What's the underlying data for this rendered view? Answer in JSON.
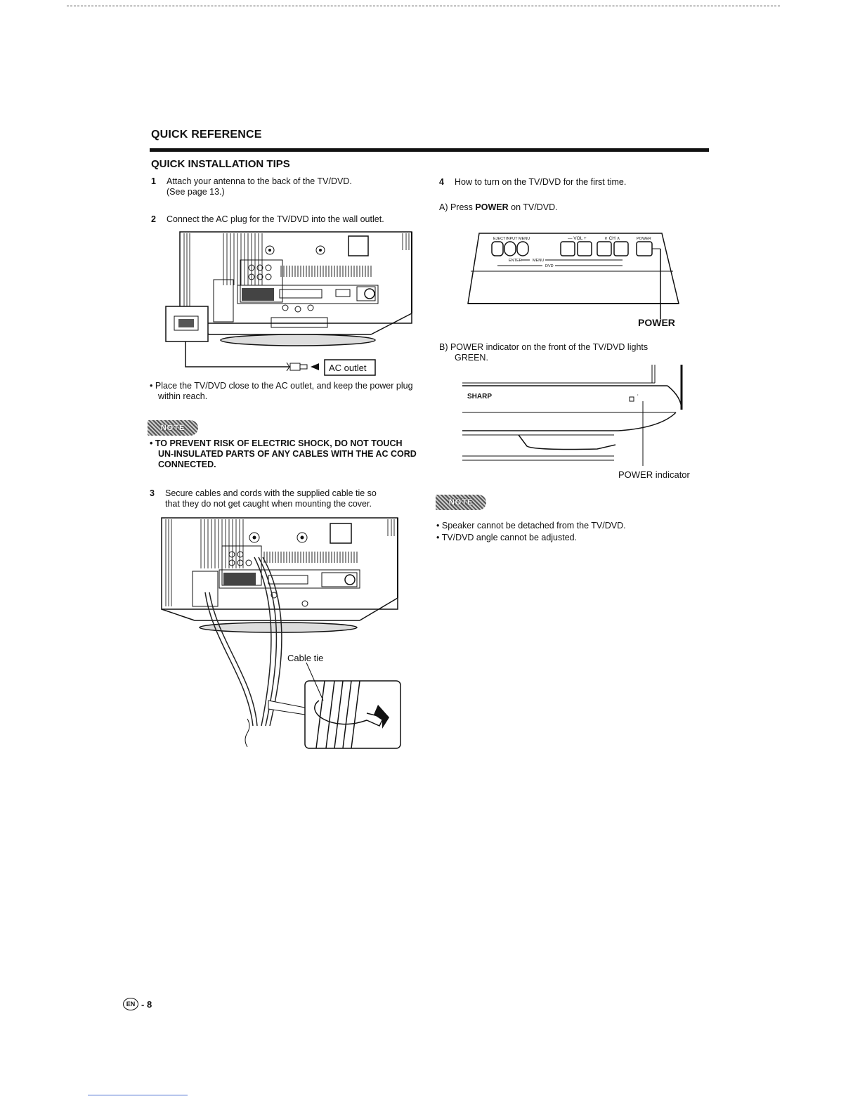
{
  "header": {
    "section_title": "QUICK REFERENCE",
    "subsection_title": "QUICK INSTALLATION TIPS"
  },
  "left_column": {
    "step1": {
      "number": "1",
      "line1": "Attach your antenna to the back of the TV/DVD.",
      "line2": "(See page 13.)"
    },
    "step2": {
      "number": "2",
      "text": "Connect the AC plug for the TV/DVD into the wall outlet."
    },
    "ac_outlet_label": "AC outlet",
    "bullet_place": "Place the TV/DVD close to the AC outlet, and keep the power plug within reach.",
    "note_badge": "NOTE",
    "warning": "TO PREVENT RISK OF ELECTRIC SHOCK, DO NOT TOUCH UN-INSULATED PARTS OF ANY CABLES WITH THE AC CORD CONNECTED.",
    "step3": {
      "number": "3",
      "line1": "Secure cables and cords with the supplied cable tie so",
      "line2": "that they do not get caught when mounting the cover."
    },
    "cable_tie_label": "Cable tie"
  },
  "right_column": {
    "step4": {
      "number": "4",
      "text": "How to turn on the TV/DVD for the first time."
    },
    "step_a": {
      "prefix": "A) Press ",
      "bold": "POWER",
      "suffix": " on TV/DVD."
    },
    "panel_labels": {
      "eject": "EJECT",
      "input": "INPUT",
      "menu": "MENU",
      "vol": "— VOL +",
      "ch": "∨ CH ∧",
      "power": "POWER",
      "enter": "ENTER",
      "menu2": "MENU",
      "dvd": "DVD"
    },
    "power_label": "POWER",
    "step_b": {
      "line1": "B) POWER indicator on the front of the TV/DVD lights",
      "line2": "GREEN."
    },
    "brand": "SHARP",
    "power_indicator_label": "POWER indicator",
    "note_badge": "NOTE",
    "notes": [
      "Speaker cannot be detached from the TV/DVD.",
      "TV/DVD angle cannot be adjusted."
    ]
  },
  "footer": {
    "en_badge": "EN",
    "page": "- 8"
  }
}
